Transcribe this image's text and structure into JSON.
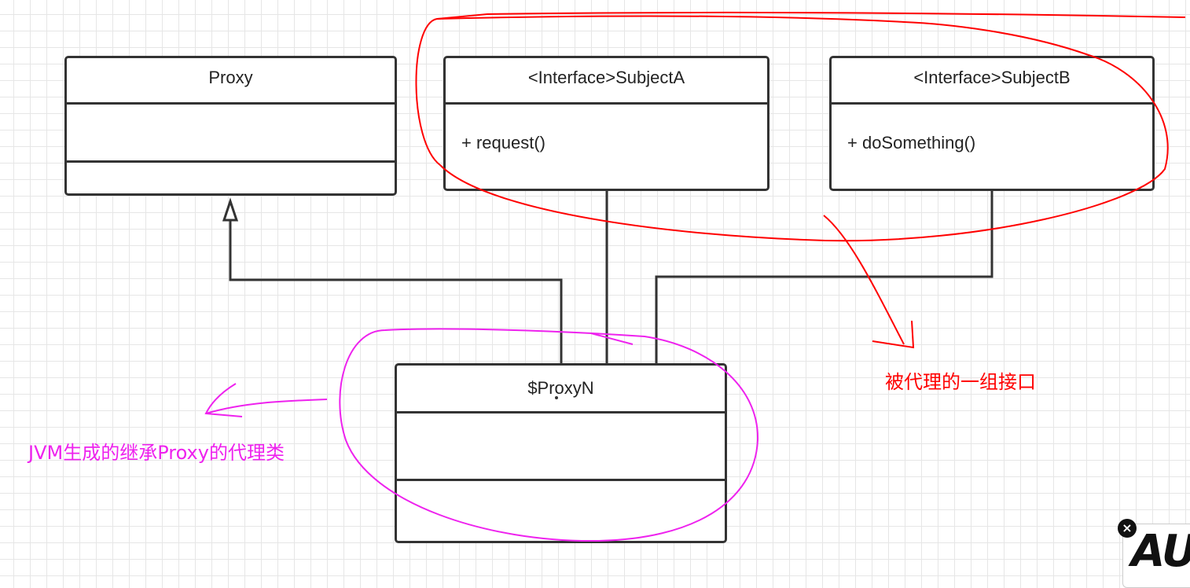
{
  "classes": {
    "proxy": {
      "title": "Proxy",
      "members": ""
    },
    "subject_a": {
      "title": "<Interface>SubjectA",
      "members": "+ request()"
    },
    "subject_b": {
      "title": "<Interface>SubjectB",
      "members": "+ doSomething()"
    },
    "proxy_n": {
      "title": "$ProxyN",
      "members": ""
    }
  },
  "annotations": {
    "interfaces_note": "被代理的一组接口",
    "generated_class_note": "JVM生成的继承Proxy的代理类"
  },
  "colors": {
    "interfaces_note": "#ff0000",
    "generated_class_note": "#ee22ee",
    "line": "#333333"
  },
  "overlay": {
    "close_icon": "close-icon",
    "logo_text": "AU"
  }
}
